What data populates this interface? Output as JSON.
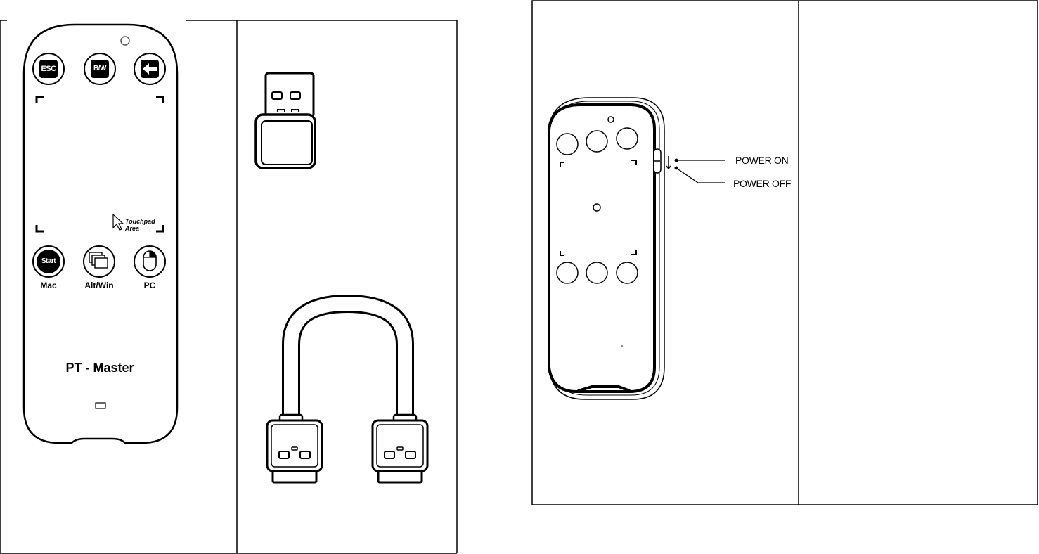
{
  "remote": {
    "buttons": {
      "esc": "ESC",
      "bw": "B/W",
      "start": "Start"
    },
    "labels": {
      "mac": "Mac",
      "altwin": "Alt/Win",
      "pc": "PC"
    },
    "touchpad_line1": "Touchpad",
    "touchpad_line2": "Area",
    "model_name": "PT - Master"
  },
  "power_switch": {
    "on_label": "POWER ON",
    "off_label": "POWER OFF"
  },
  "icons": [
    "back-arrow-icon",
    "windows-stack-icon",
    "mouse-icon",
    "cursor-arrow-icon",
    "usb-dongle-icon",
    "usb-cable-icon",
    "power-switch-icon"
  ]
}
